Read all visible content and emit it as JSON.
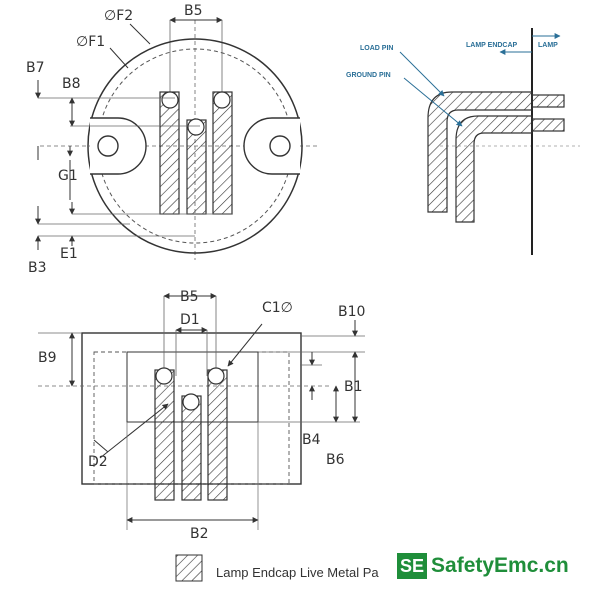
{
  "top_view": {
    "f2": "∅F2",
    "b5": "B5",
    "f1": "∅F1",
    "b7": "B7",
    "b8": "B8",
    "g1": "G1",
    "e1": "E1",
    "b3": "B3"
  },
  "side_view": {
    "load_pin": "LOAD PIN",
    "ground_pin": "GROUND PIN",
    "lamp_endcap": "LAMP ENDCAP",
    "lamp": "LAMP"
  },
  "bottom_view": {
    "b5": "B5",
    "d1": "D1",
    "c1": "C1∅",
    "b10": "B10",
    "b9": "B9",
    "b1": "B1",
    "b4": "B4",
    "b6": "B6",
    "d2": "D2",
    "b2": "B2"
  },
  "legend": {
    "label": "Lamp Endcap Live Metal Pa"
  },
  "watermark": {
    "badge": "SE",
    "text": "SafetyEmc.cn"
  },
  "colors": {
    "line": "#333333",
    "accent": "#2a6f97",
    "brand": "#1f8e3a"
  }
}
